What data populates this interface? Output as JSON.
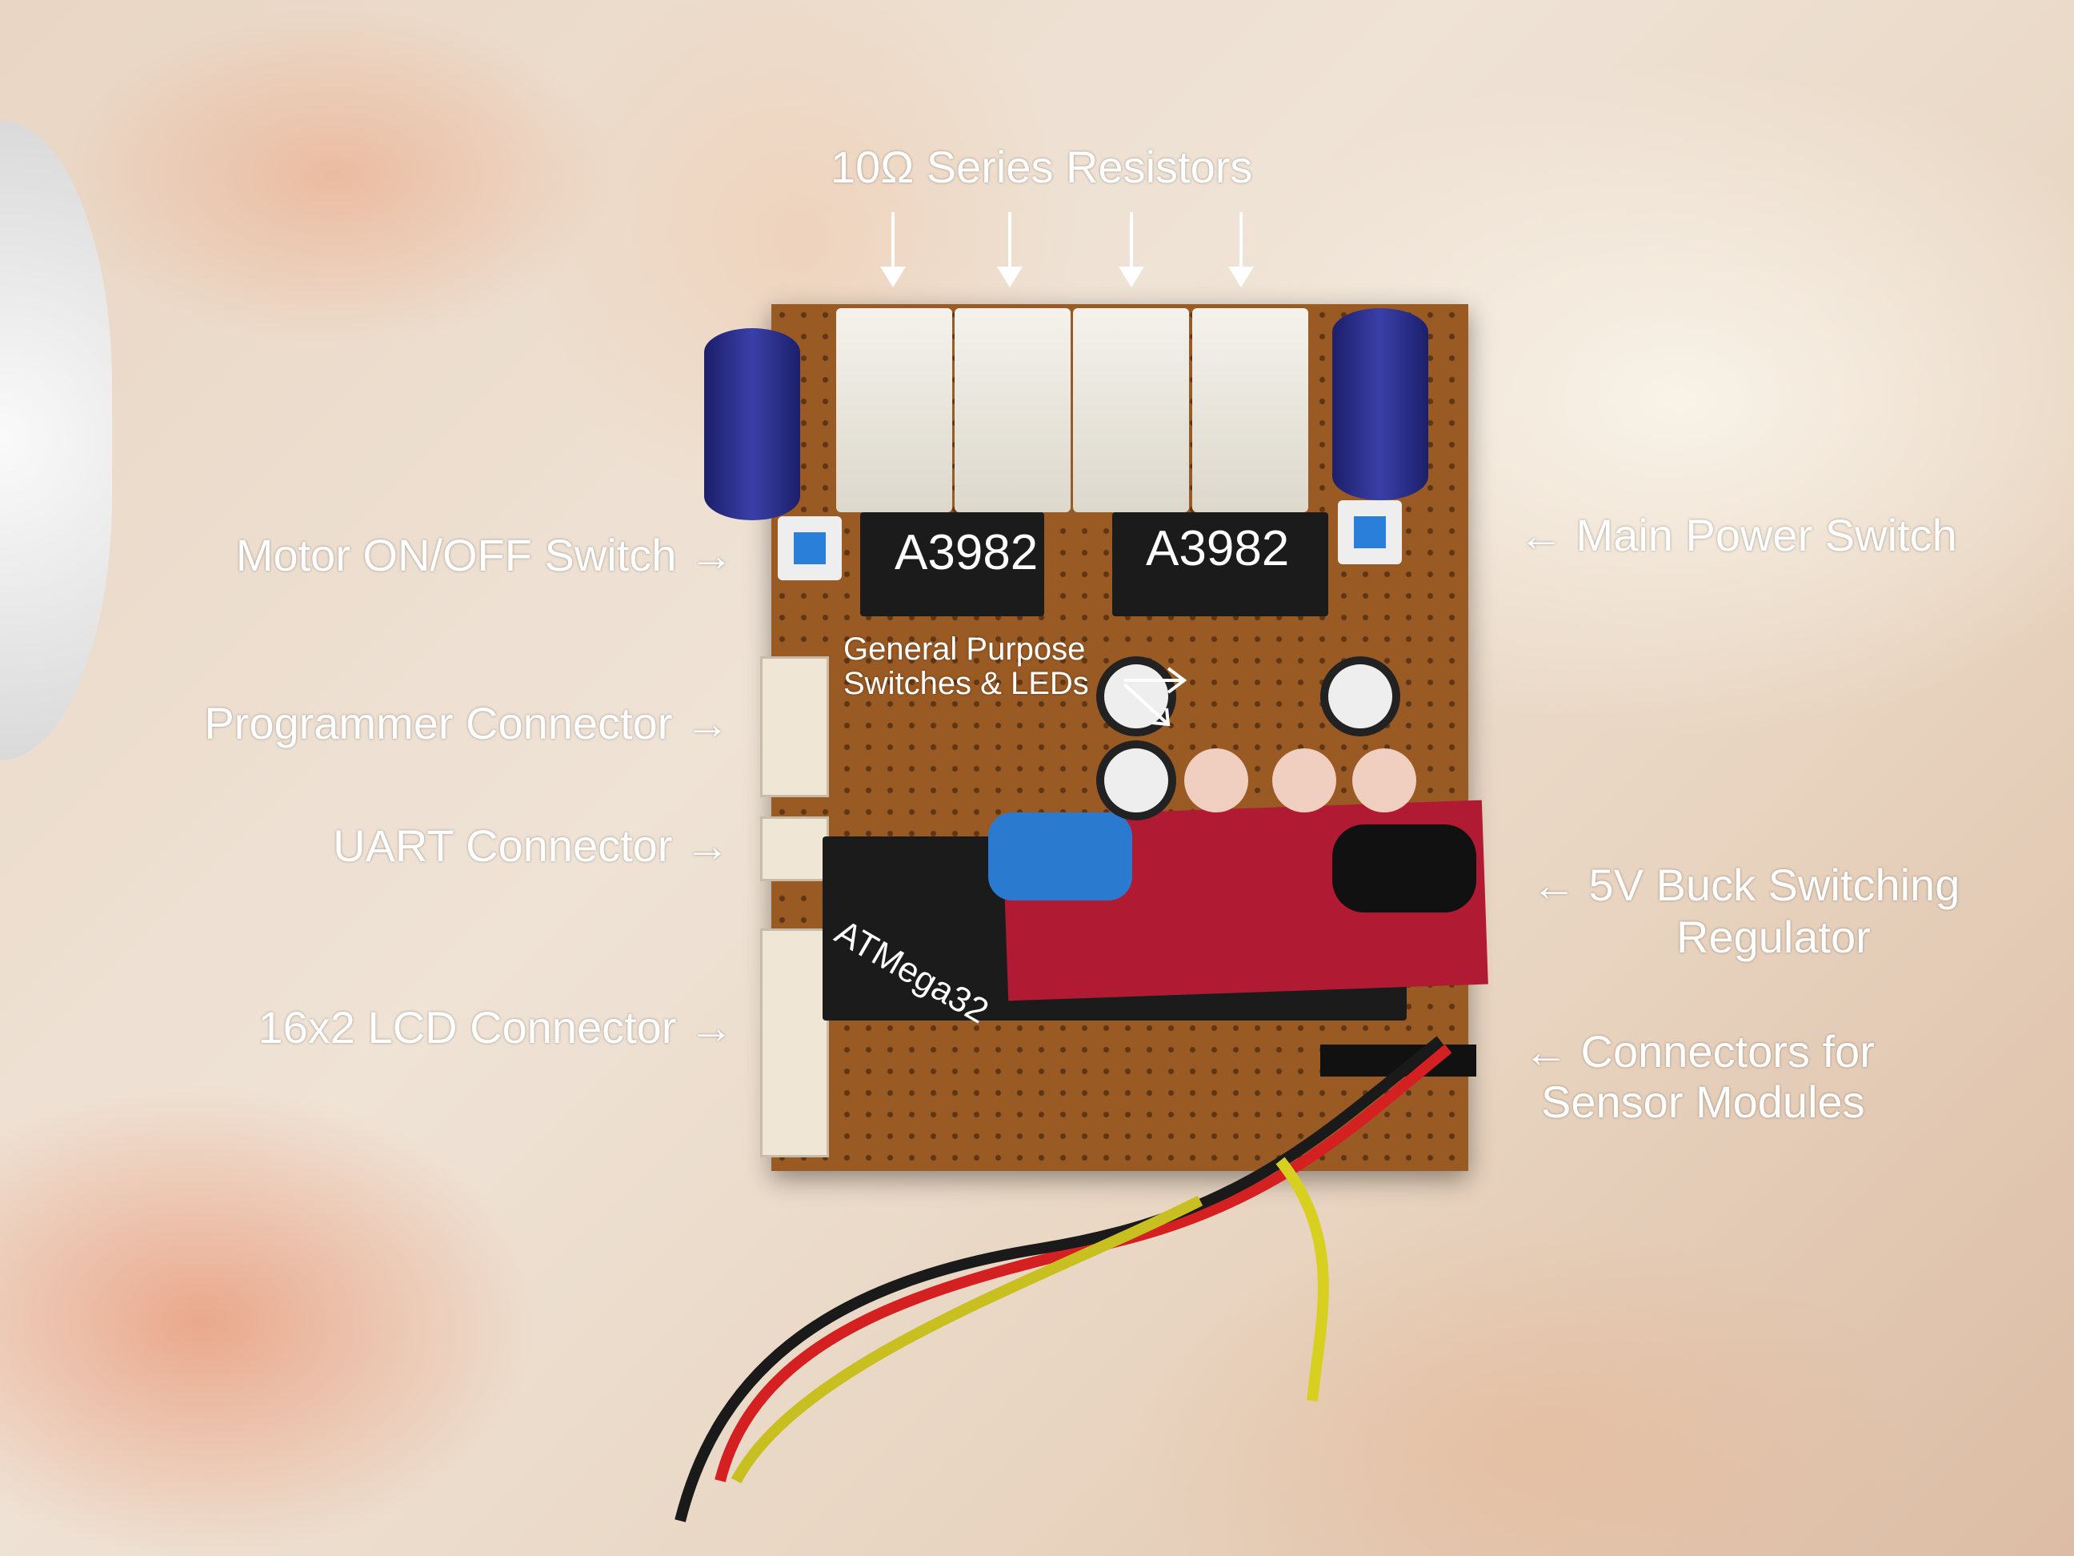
{
  "labels": {
    "resistors": "10Ω Series Resistors",
    "motor_switch": "Motor ON/OFF Switch →",
    "programmer": "Programmer Connector →",
    "uart": "UART Connector →",
    "lcd": "16x2 LCD Connector →",
    "main_power": "← Main Power Switch",
    "buck_line1": "← 5V Buck Switching",
    "buck_line2": "Regulator",
    "sensor_line1": "← Connectors for",
    "sensor_line2": "Sensor Modules",
    "gp_line1": "General Purpose",
    "gp_line2": "Switches & LEDs"
  },
  "components": {
    "driver1": "A3982",
    "driver2": "A3982",
    "mcu": "ATMega32"
  }
}
